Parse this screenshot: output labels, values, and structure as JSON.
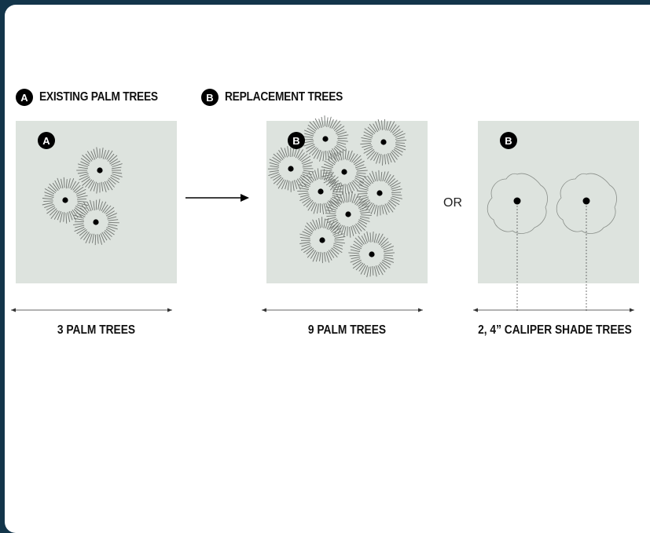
{
  "legend": {
    "a_badge": "A",
    "a_label": "EXISTING PALM TREES",
    "b_badge": "B",
    "b_label": "REPLACEMENT TREES"
  },
  "panels": [
    {
      "badge": "A",
      "caption": "3 PALM TREES"
    },
    {
      "badge": "B",
      "caption": "9 PALM TREES"
    },
    {
      "badge": "B",
      "caption": "2, 4” CALIPER SHADE TREES"
    }
  ],
  "or_label": "OR",
  "colors": {
    "page_border": "#13354a",
    "panel_fill": "#dde3de",
    "ink": "#111111"
  }
}
